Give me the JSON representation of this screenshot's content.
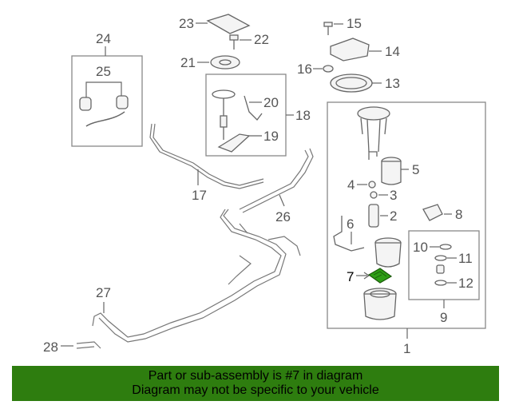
{
  "diagram": {
    "callouts": {
      "c1": "1",
      "c2": "2",
      "c3": "3",
      "c4": "4",
      "c5": "5",
      "c6": "6",
      "c7": "7",
      "c8": "8",
      "c9": "9",
      "c10": "10",
      "c11": "11",
      "c12": "12",
      "c13": "13",
      "c14": "14",
      "c15": "15",
      "c16": "16",
      "c17": "17",
      "c18": "18",
      "c19": "19",
      "c20": "20",
      "c21": "21",
      "c22": "22",
      "c23": "23",
      "c24": "24",
      "c25": "25",
      "c26": "26",
      "c27": "27",
      "c28": "28"
    },
    "highlight_color": "#2e9e16"
  },
  "banner": {
    "line1": "Part or sub-assembly is #7 in diagram",
    "line2": "Diagram may not be specific to your vehicle",
    "background": "#2e7d0f"
  }
}
